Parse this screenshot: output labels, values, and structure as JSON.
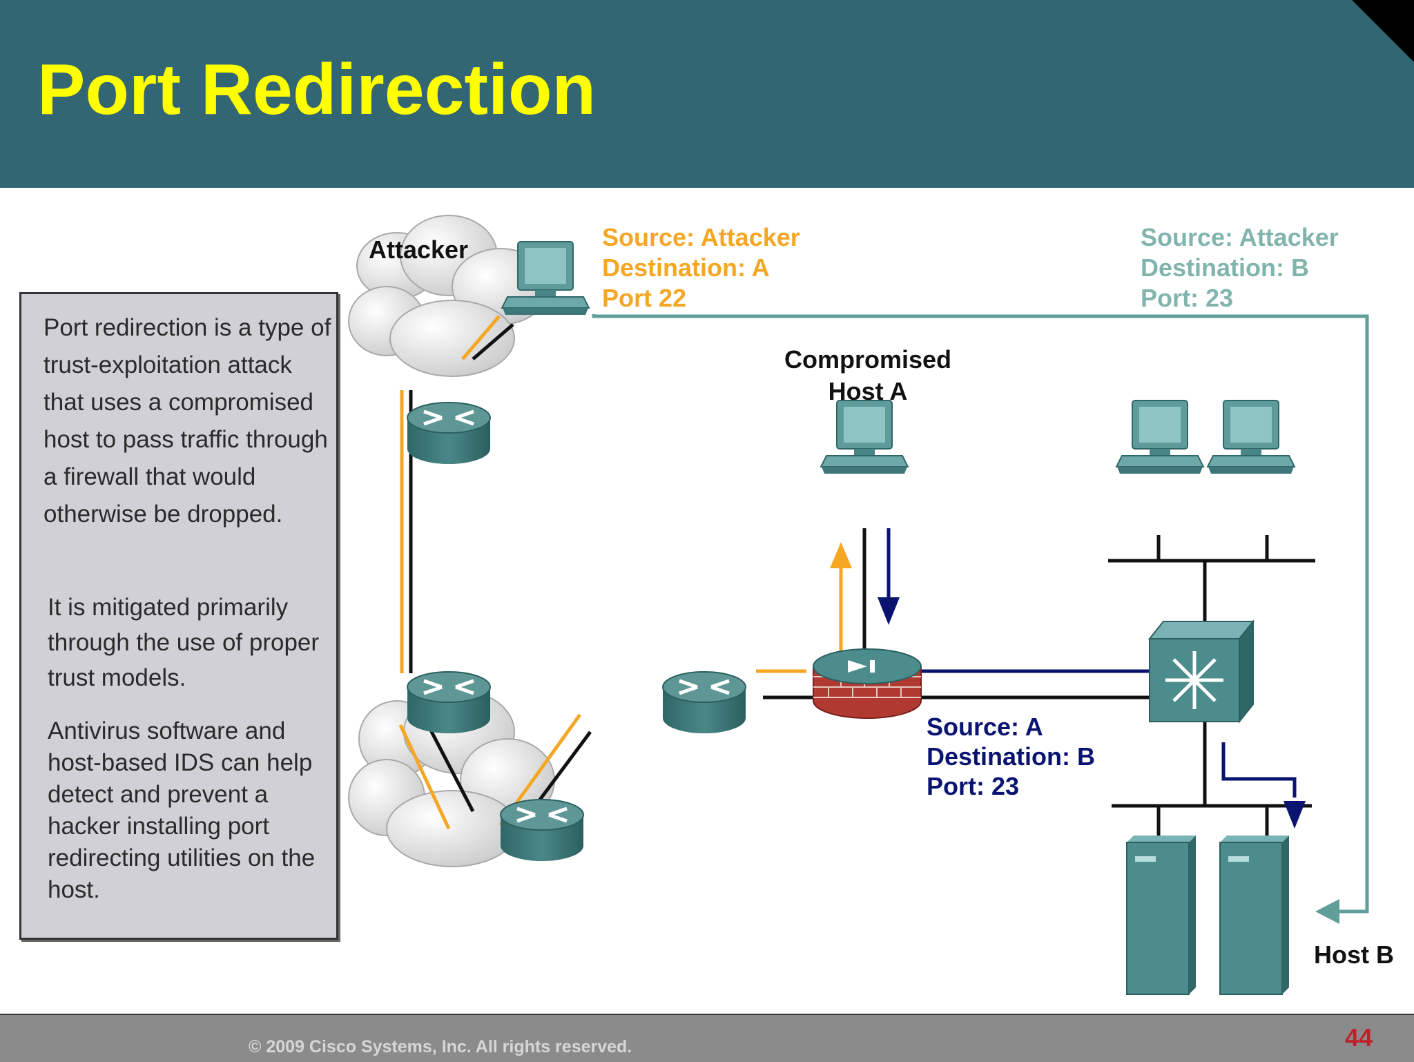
{
  "slide": {
    "title": "Port Redirection",
    "page_number": "44",
    "copyright": "© 2009 Cisco Systems, Inc. All rights reserved."
  },
  "textbox": {
    "paragraph1": "Port redirection is a type of trust-exploitation attack that uses a compromised host to pass traffic through a firewall that would otherwise be dropped.",
    "paragraph2": "It is mitigated primarily through the use of proper trust models.",
    "paragraph3": "Antivirus software and host-based IDS can help detect and prevent a hacker installing port redirecting utilities on the host."
  },
  "diagram": {
    "labels": {
      "attacker": "Attacker",
      "compromised_line1": "Compromised",
      "compromised_line2": "Host A",
      "host_b": "Host B"
    },
    "flow_attacker_to_a": {
      "source": "Source: Attacker",
      "destination": "Destination: A",
      "port": "Port 22"
    },
    "flow_attacker_to_b": {
      "source": "Source: Attacker",
      "destination": "Destination: B",
      "port": "Port: 23"
    },
    "flow_a_to_b": {
      "source": "Source: A",
      "destination": "Destination: B",
      "port": "Port: 23"
    },
    "colors": {
      "orange_path": "#f5a623",
      "navy_path": "#0a1470",
      "teal_path": "#5f9e99",
      "device_teal": "#3d7b7b",
      "header": "#336673",
      "title": "#ffff00"
    },
    "icons": [
      "desktop-computer-icon",
      "router-icon",
      "firewall-icon",
      "layer3-switch-icon",
      "server-icon",
      "cloud-icon"
    ]
  }
}
